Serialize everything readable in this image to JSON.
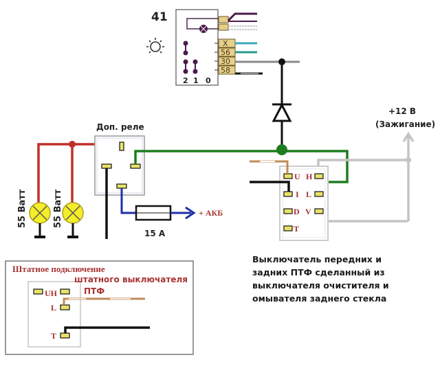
{
  "switch41": {
    "number": "41",
    "positions": [
      "2",
      "1",
      "0"
    ],
    "pins": [
      "X",
      "56",
      "30",
      "58"
    ]
  },
  "relay": {
    "title": "Доп. реле"
  },
  "lamps": {
    "left_label": "55 Ватт",
    "right_label": "55 Ватт"
  },
  "fuse": {
    "rating": "15 А"
  },
  "battery": {
    "label": "+ АКБ"
  },
  "ignition": {
    "line1": "+12 В",
    "line2": "(Зажигание)"
  },
  "rear_switch": {
    "pins_left": [
      "U",
      "I",
      "D",
      "T"
    ],
    "pins_right": [
      "H",
      "L",
      "V"
    ]
  },
  "description": {
    "lines": [
      "Выключатель передних и",
      "задних ПТФ сделанный из",
      "выключателя очистителя и",
      "омывателя заднего стекла"
    ]
  },
  "stock_box": {
    "title_line1": "Штатное подключение",
    "title_line2": "штатного выключателя",
    "title_line3": "ПТФ",
    "pin_uh": "UH",
    "pin_l": "L",
    "pin_t": "T"
  },
  "colors": {
    "red_wire": "#c0302a",
    "green_wire": "#1e7d1e",
    "blue_wire": "#1f2fa8",
    "gray_wire": "#c4c4c4",
    "black_wire": "#111111",
    "terminal_fill": "#e8e36a",
    "lamp_fill": "#f5ec2a",
    "pin_label_red": "#a83232"
  }
}
